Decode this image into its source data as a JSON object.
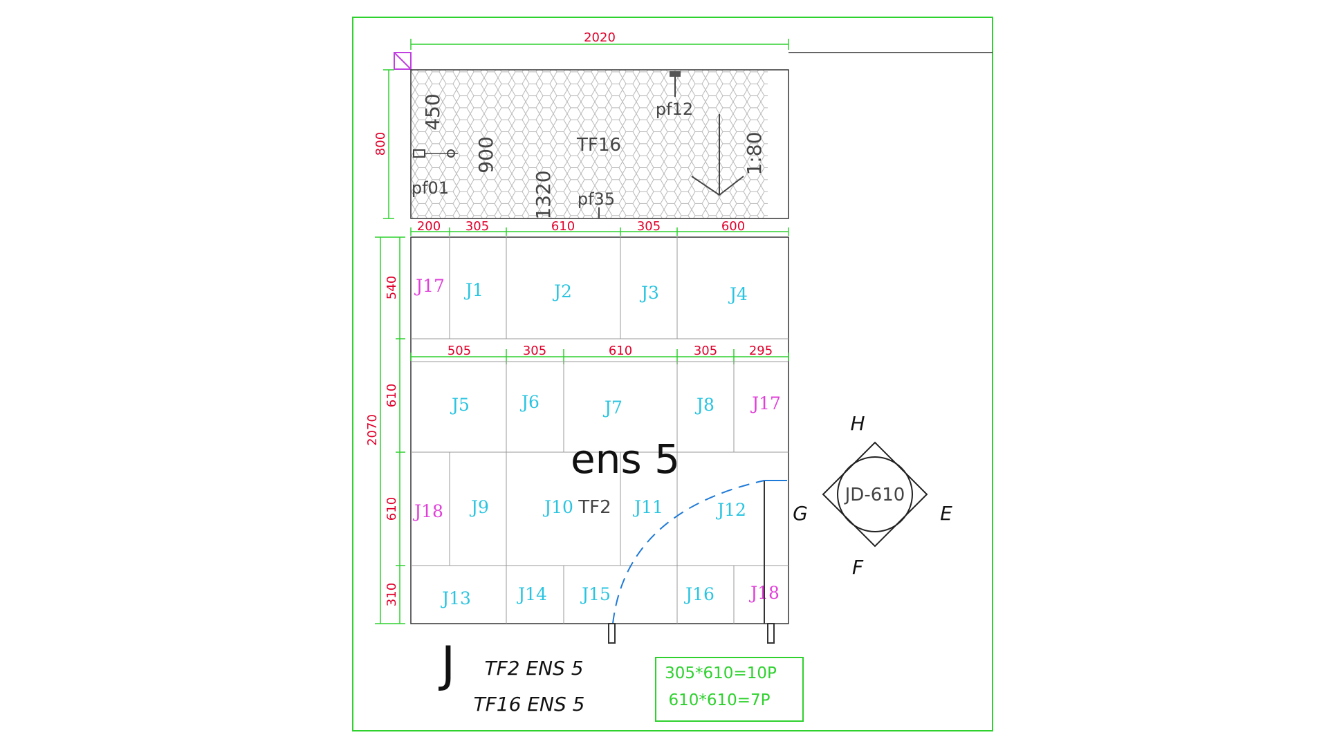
{
  "drawing": {
    "top_room": {
      "top_dim": "2020",
      "side_dim": "800",
      "material": "TF16",
      "labels": [
        "pf12",
        "pf01",
        "pf35"
      ],
      "dims": [
        "450",
        "900",
        "1320"
      ],
      "slope": "1:80"
    },
    "row1_dims": [
      "200",
      "305",
      "610",
      "305",
      "600"
    ],
    "row2_dims": [
      "505",
      "305",
      "610",
      "305",
      "295"
    ],
    "left_dims": [
      "540",
      "610",
      "610",
      "310"
    ],
    "overall_height": "2070",
    "tiles": {
      "row1": [
        "J17",
        "J1",
        "J2",
        "J3",
        "J4"
      ],
      "row2": [
        "J5",
        "J6",
        "J7",
        "J8",
        "J17"
      ],
      "row3": [
        "J18",
        "J9",
        "J10",
        "J11",
        "J12"
      ],
      "row4": [
        "J13",
        "J14",
        "J15",
        "J16",
        "J18"
      ]
    },
    "main_label": "ens 5",
    "mid_material": "TF2",
    "compass": {
      "center": "JD-610",
      "h": "H",
      "e": "E",
      "f": "F",
      "g": "G"
    },
    "legend_letter": "J",
    "legend_line1": "TF2  ENS  5",
    "legend_line2": "TF16  ENS  5",
    "counts": [
      "305*610=10P",
      "610*610=7P"
    ],
    "colors": {
      "frame": "#2ed12e",
      "dimension": "#e0002a",
      "tile": "#29c4e0",
      "tile_alt": "#e040d8"
    }
  }
}
